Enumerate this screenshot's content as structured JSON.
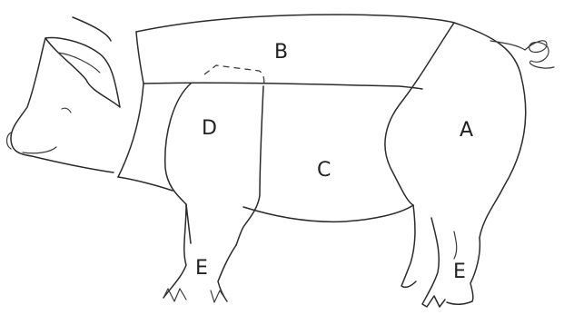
{
  "diagram": {
    "labels": {
      "a": "A",
      "b": "B",
      "c": "C",
      "d": "D",
      "e_front": "E",
      "e_hind": "E"
    },
    "colors": {
      "line": "#2b2b2b",
      "background": "#ffffff"
    }
  }
}
